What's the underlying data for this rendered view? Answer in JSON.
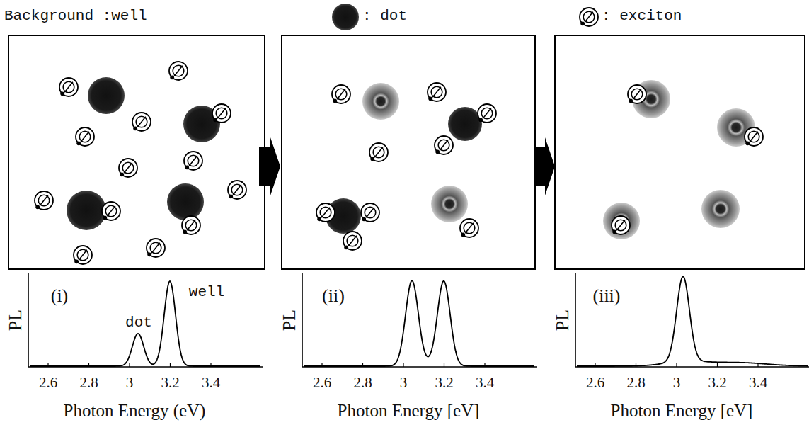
{
  "diagram": {
    "labels": [
      "Background :well",
      "PL",
      "(i)",
      "dot",
      "well",
      "2.6",
      "2.8",
      "3",
      "3.2",
      "3.4",
      "Photon Energy (eV)",
      "PL",
      "(ii)",
      "2.6",
      "2.8",
      "3",
      "3.2",
      "3.4",
      "Photon Energy [eV]",
      "PL",
      "(iii)",
      "2.6",
      "2.8",
      "3",
      "3.2",
      "3.4",
      "Photon Energy [eV]"
    ],
    "legend": [
      {
        "text": ": dot"
      },
      {
        "text": ": exciton"
      }
    ]
  }
}
